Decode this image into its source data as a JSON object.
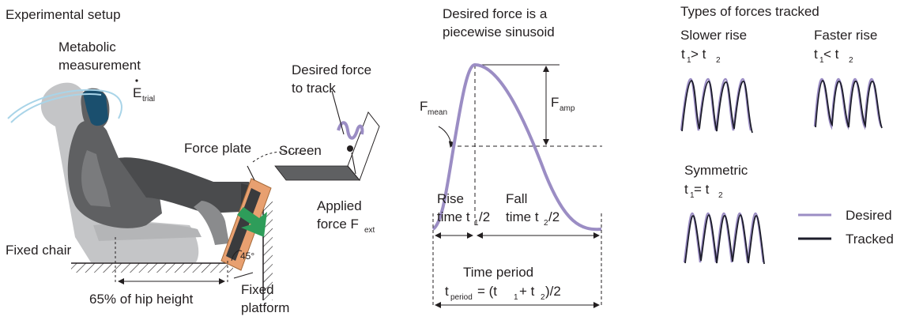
{
  "setup": {
    "title": "Experimental setup",
    "metabolic_1": "Metabolic",
    "metabolic_2": "measurement",
    "edot_base": "E",
    "edot_sub": "trial",
    "desired_1": "Desired force",
    "desired_2": "to track",
    "screen": "Screen",
    "force_plate": "Force plate",
    "applied_1": "Applied",
    "applied_2": "force F",
    "applied_sub": "ext",
    "fixed_chair": "Fixed chair",
    "angle": "45°",
    "hip": "65% of hip height",
    "fixed_1": "Fixed",
    "fixed_2": "platform"
  },
  "profile": {
    "title_1": "Desired force is a",
    "title_2": "piecewise sinusoid",
    "fmean_base": "F",
    "fmean_sub": "mean",
    "famp_base": "F",
    "famp_sub": "amp",
    "rise_1": "Rise",
    "rise_2a": "time t",
    "rise_2b": "/2",
    "rise_sub": "1",
    "fall_1": "Fall",
    "fall_2a": "time t",
    "fall_2b": "/2",
    "fall_sub": "2",
    "period_1": "Time period",
    "period_t": "t",
    "period_sub": "period",
    "period_eq": " = (t",
    "period_s1": "1",
    "period_plus": "+ t",
    "period_s2": "2",
    "period_end": ")/2"
  },
  "types": {
    "title": "Types of forces tracked",
    "slower": "Slower rise",
    "slower_t": "t",
    "slower_s1": "1",
    "slower_op": " > t",
    "slower_s2": "2",
    "faster": "Faster rise",
    "faster_t": "t",
    "faster_s1": "1",
    "faster_op": " < t",
    "faster_s2": "2",
    "symmetric": "Symmetric",
    "sym_t": "t",
    "sym_s1": "1",
    "sym_op": " = t",
    "sym_s2": "2"
  },
  "legend": {
    "desired": "Desired",
    "tracked": "Tracked"
  },
  "colors": {
    "desired": "#9b8dc4",
    "tracked": "#1d1d2b",
    "plate": "#e8a070",
    "arrow": "#2e9d5a",
    "headset": "#1a4f6e",
    "person": "#5f6062",
    "chair": "#c4c5c7"
  }
}
